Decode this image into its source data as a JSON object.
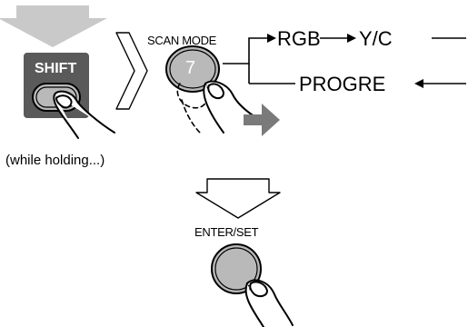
{
  "step1": {
    "shift_button_label": "SHIFT",
    "hold_note": "(while holding...)"
  },
  "step2": {
    "button_group_label": "SCAN MODE",
    "button_number": "7",
    "cycle": {
      "items": [
        "RGB",
        "Y/C",
        "PROGRE"
      ]
    }
  },
  "step3": {
    "button_label": "ENTER/SET"
  },
  "colors": {
    "shift_button_bg": "#5a5a5a",
    "button_gray": "#b9b9b9",
    "motion_arrow": "#7a7a7a",
    "step_arrow": "#c9c9c9",
    "line": "#000000"
  }
}
